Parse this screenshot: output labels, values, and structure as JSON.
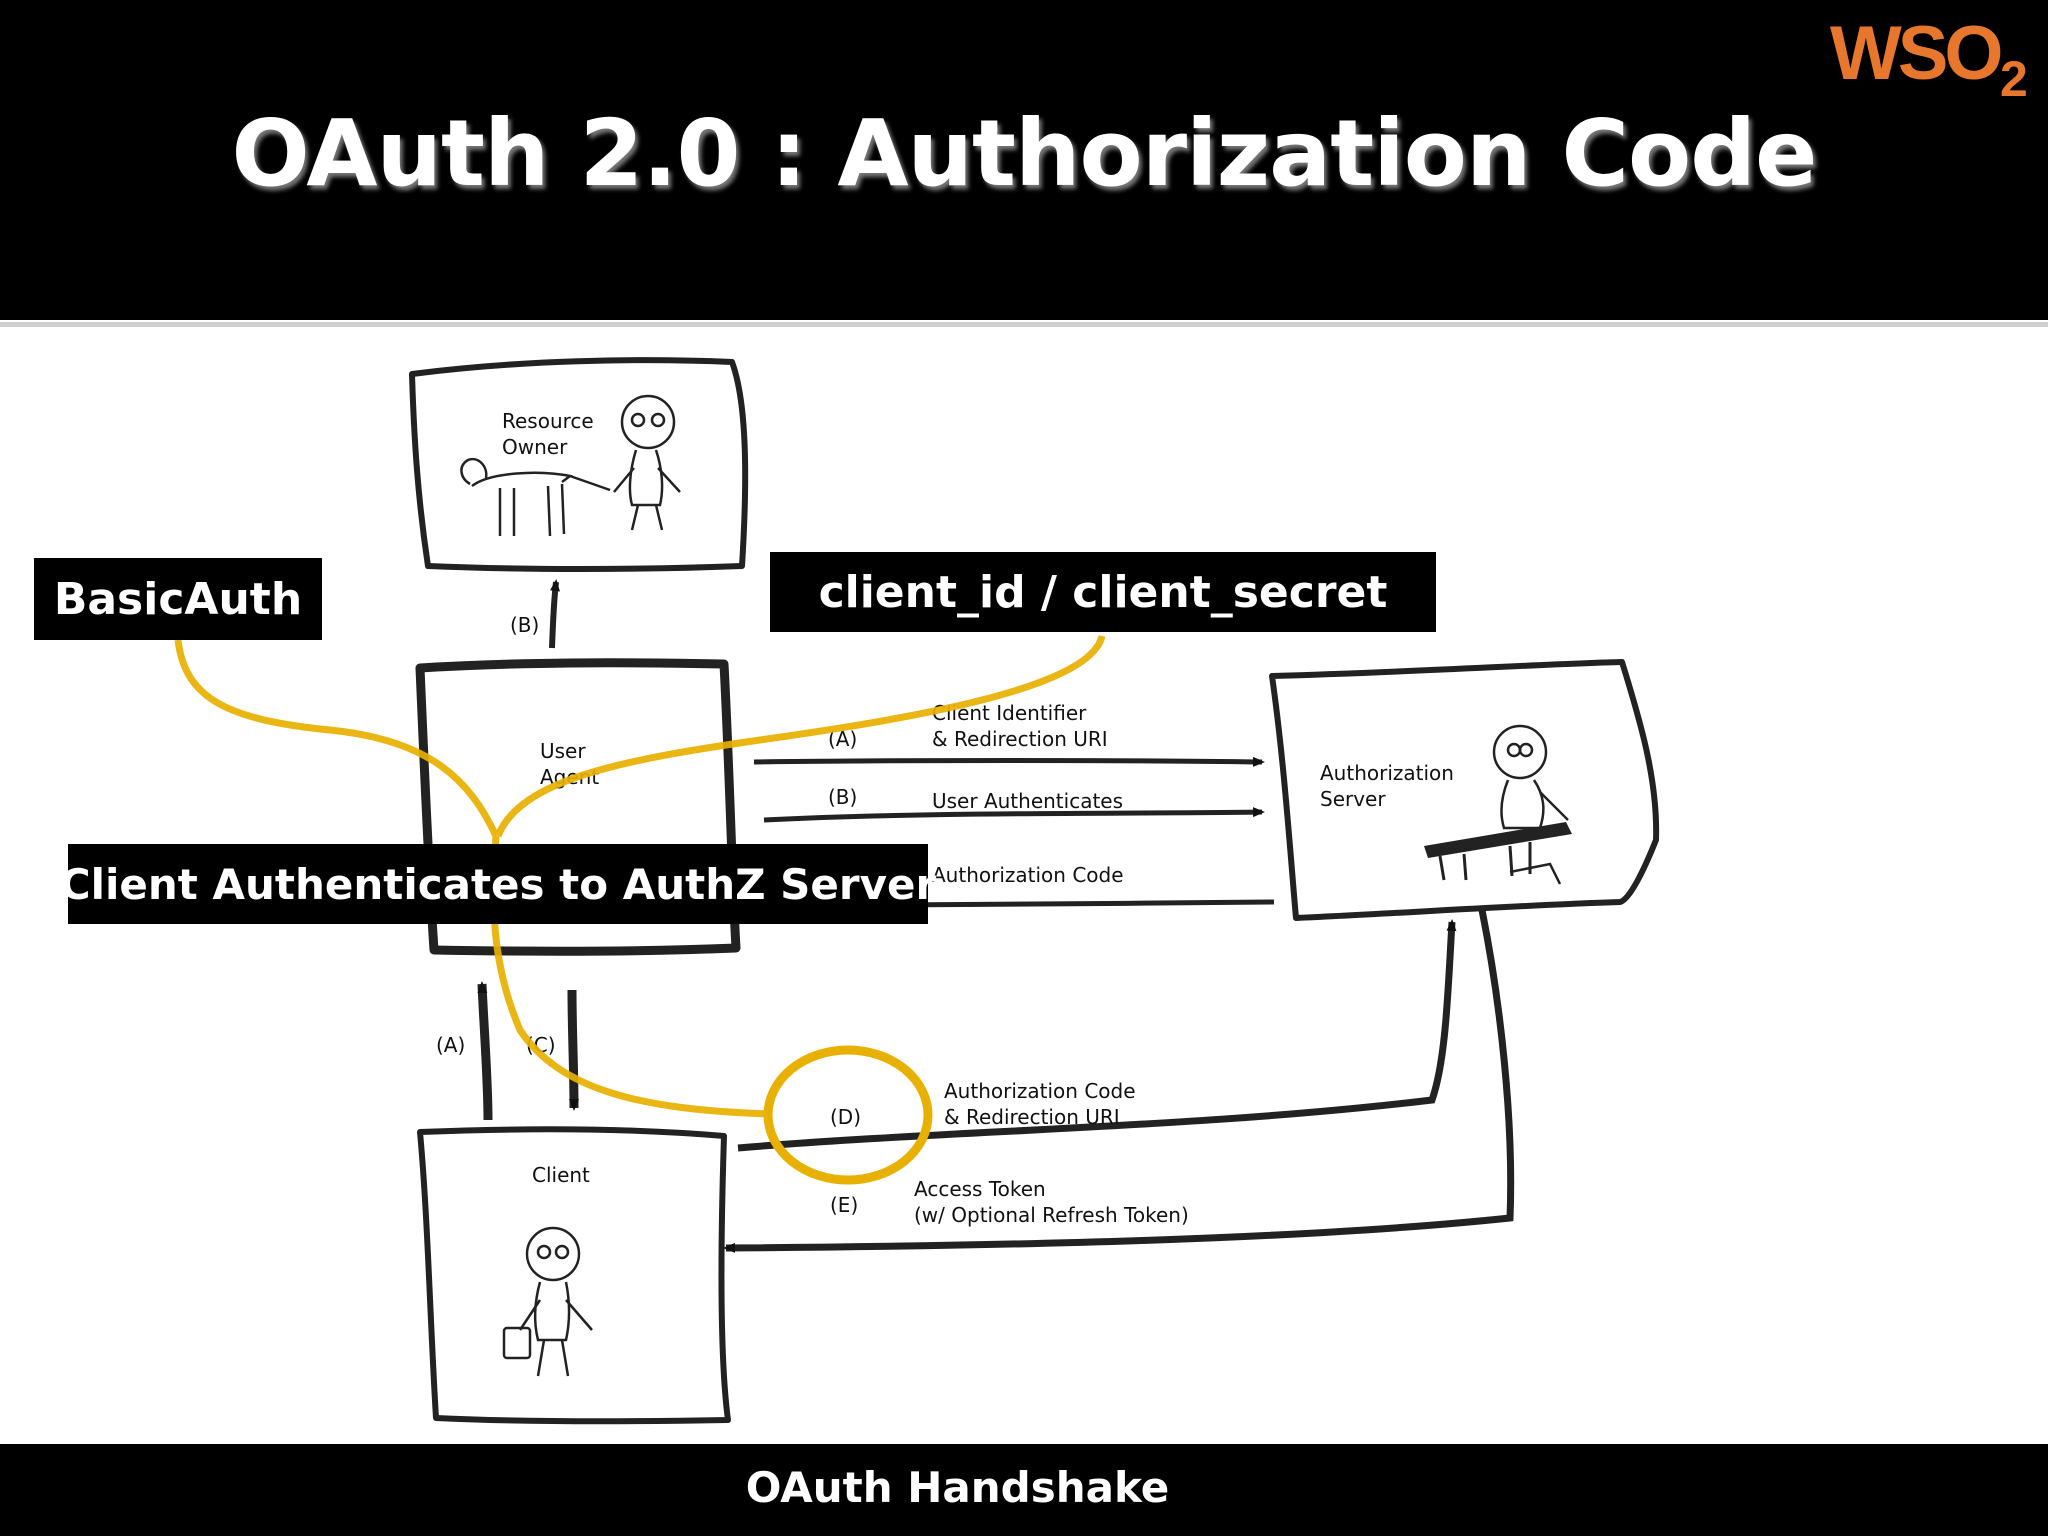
{
  "slide": {
    "title": "OAuth 2.0 : Authorization Code",
    "footer": "OAuth Handshake"
  },
  "logo": {
    "text": "WSO",
    "sub": "2"
  },
  "colors": {
    "highlight": "#e8b000",
    "logo": "#e8772e",
    "banner": "#000000"
  },
  "callouts": {
    "basic_auth": "BasicAuth",
    "client_credentials": "client_id / client_secret",
    "client_auth": "Client Authenticates to AuthZ Server"
  },
  "diagram": {
    "resource_owner": [
      "Resource",
      "Owner"
    ],
    "user_agent": [
      "User",
      "Agent"
    ],
    "authorization_server": [
      "Authorization",
      "Server"
    ],
    "client": "Client",
    "step_b_top": "(B)",
    "flow_a": {
      "step": "(A)",
      "line1": "Client Identifier",
      "line2": "& Redirection URI"
    },
    "flow_b": {
      "step": "(B)",
      "label": "User Authenticates"
    },
    "flow_c": {
      "label": "Authorization Code"
    },
    "vert_a": "(A)",
    "vert_c": "(C)",
    "flow_d": {
      "step": "(D)",
      "line1": "Authorization Code",
      "line2": "& Redirection URI"
    },
    "flow_e": {
      "step": "(E)",
      "line1": "Access Token",
      "line2": "(w/ Optional Refresh Token)"
    }
  }
}
